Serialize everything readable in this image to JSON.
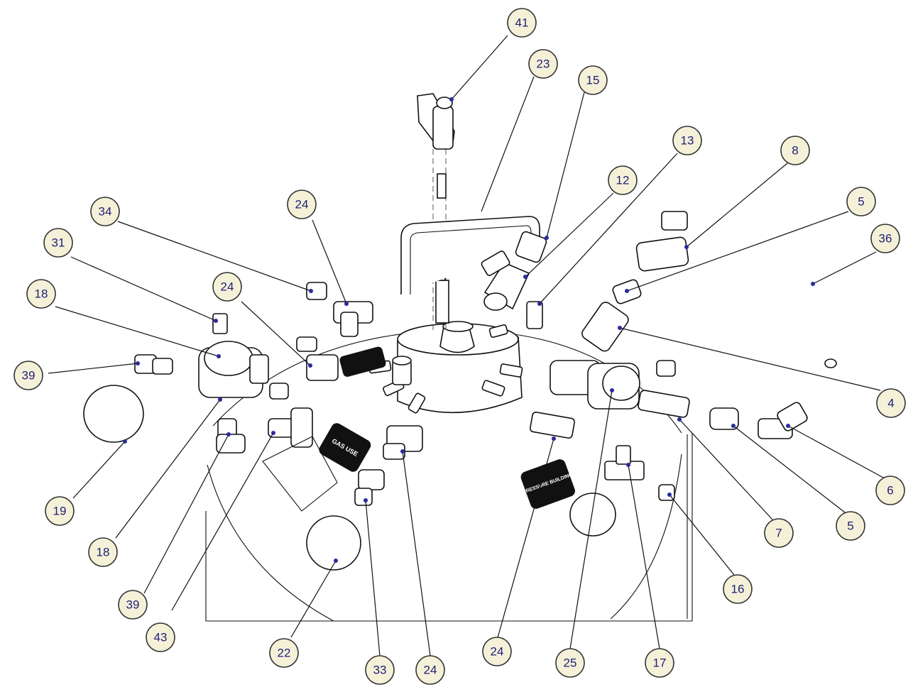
{
  "style": {
    "callout_fill": "#f5f1d8",
    "callout_text": "#1e1e78",
    "stroke": "#111111",
    "arrow": "#2a2a9a"
  },
  "callouts": [
    {
      "label": "41"
    },
    {
      "label": "23"
    },
    {
      "label": "15"
    },
    {
      "label": "13"
    },
    {
      "label": "8"
    },
    {
      "label": "12"
    },
    {
      "label": "5"
    },
    {
      "label": "36"
    },
    {
      "label": "34"
    },
    {
      "label": "24"
    },
    {
      "label": "31"
    },
    {
      "label": "24"
    },
    {
      "label": "18"
    },
    {
      "label": "39"
    },
    {
      "label": "19"
    },
    {
      "label": "18"
    },
    {
      "label": "39"
    },
    {
      "label": "43"
    },
    {
      "label": "22"
    },
    {
      "label": "33"
    },
    {
      "label": "24"
    },
    {
      "label": "24"
    },
    {
      "label": "25"
    },
    {
      "label": "17"
    },
    {
      "label": "16"
    },
    {
      "label": "7"
    },
    {
      "label": "5"
    },
    {
      "label": "6"
    },
    {
      "label": "4"
    }
  ],
  "decals": {
    "gas_use": "GAS USE",
    "pressure_building": "PRESSURE BUILDING"
  }
}
